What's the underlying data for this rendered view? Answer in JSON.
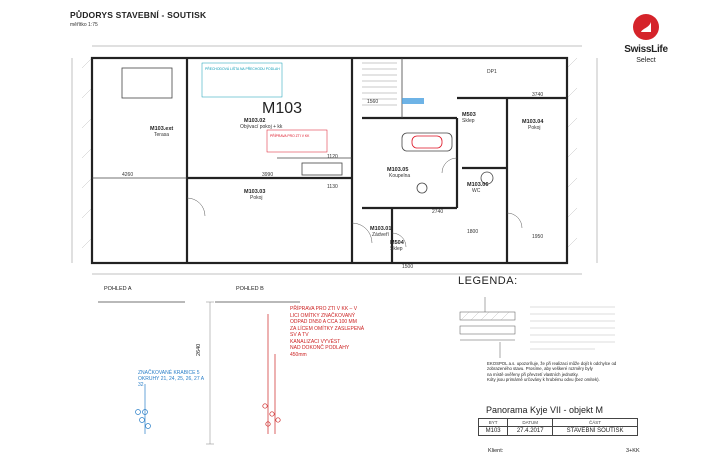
{
  "header": {
    "title": "PŮDORYS STAVEBNÍ - SOUTISK",
    "scale": "měřítko 1:75"
  },
  "logo": {
    "name": "SwissLife",
    "sub": "Select"
  },
  "plan": {
    "unit_label": "M103",
    "rooms": [
      {
        "code": "M103.ext",
        "name": "Terasa"
      },
      {
        "code": "M103.02",
        "name": "Obývací pokoj + kk"
      },
      {
        "code": "M103.03",
        "name": "Pokoj"
      },
      {
        "code": "M103.05",
        "name": "Koupelna"
      },
      {
        "code": "M103.04",
        "name": "Pokoj"
      },
      {
        "code": "M103.06",
        "name": "WC"
      },
      {
        "code": "M103.01",
        "name": "Zádveří"
      },
      {
        "code": "M504",
        "name": "Sklep"
      },
      {
        "code": "M503",
        "name": "Sklep"
      }
    ],
    "dims": [
      "1120",
      "1130",
      "1560",
      "4260",
      "3990",
      "2740",
      "1950",
      "3740",
      "1800",
      "1500",
      "DP1"
    ],
    "cyan_note": "PŘECHODOVÁ LIŠTA NA PŘECHODU PODLAH",
    "red_note": "PŘÍPRAVA PRO ZTI V KK"
  },
  "views": {
    "a_label": "POHLED A",
    "b_label": "POHLED B",
    "dim": "2640",
    "blue_note": "ZNAČKOVANÉ KRABICE 5 OKRUHY 21, 24, 25, 26, 27 A 32",
    "red_lines": [
      "PŘÍPRAVA PRO ZTI V KK – V",
      "LICI OMÍTKY ZNAČKOVANÝ",
      "ODPAD DN50 A CCA 100 MM",
      "ZA LÍCEM OMÍTKY ZASLEPENÁ",
      "SV A TV",
      "KANALIZACI VYVÉST",
      "NAD DOKONČ PODLAHY",
      "450mm"
    ]
  },
  "legend": {
    "title": "LEGENDA:"
  },
  "notice": {
    "lines": [
      "EKOSPOL a.s. upozorňuje, že při realizaci může dojít k odchylce od",
      "zobrazeného stavu. Prosíme, aby veškeré rozměry byly",
      "na místě ověřeny při převzetí vlastních jednotky.",
      "Kóty jsou primárně určovány k hrubému odvu (bez omítek)."
    ]
  },
  "project": {
    "name": "Panorama Kyje VII - objekt M",
    "col_byt": "BYT",
    "col_datum": "DATUM",
    "col_cast": "ČÁST",
    "byt": "M103",
    "datum": "27.4.2017",
    "cast": "STAVEBNÍ SOUTISK",
    "klient_label": "Klient:",
    "layout_type": "3+KK"
  },
  "colors": {
    "logo_red": "#d5232a",
    "note_cyan": "#0a9bb5",
    "note_red": "#dd1122"
  }
}
